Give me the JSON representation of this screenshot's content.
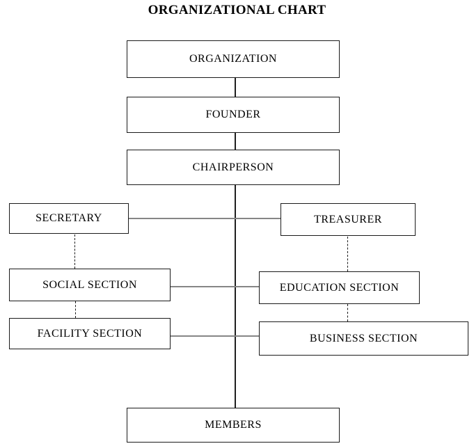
{
  "title": "ORGANIZATIONAL CHART",
  "diagram": {
    "type": "org-chart",
    "nodes": [
      {
        "id": "organization",
        "label": "ORGANIZATION"
      },
      {
        "id": "founder",
        "label": "FOUNDER"
      },
      {
        "id": "chairperson",
        "label": "CHAIRPERSON"
      },
      {
        "id": "secretary",
        "label": "SECRETARY"
      },
      {
        "id": "treasurer",
        "label": "TREASURER"
      },
      {
        "id": "social_section",
        "label": "SOCIAL SECTION"
      },
      {
        "id": "education_section",
        "label": "EDUCATION SECTION"
      },
      {
        "id": "facility_section",
        "label": "FACILITY SECTION"
      },
      {
        "id": "business_section",
        "label": "BUSINESS SECTION"
      },
      {
        "id": "members",
        "label": "MEMBERS"
      }
    ],
    "edges": [
      {
        "from": "organization",
        "to": "founder",
        "style": "solid"
      },
      {
        "from": "founder",
        "to": "chairperson",
        "style": "solid"
      },
      {
        "from": "chairperson",
        "to": "secretary",
        "style": "solid"
      },
      {
        "from": "chairperson",
        "to": "treasurer",
        "style": "solid"
      },
      {
        "from": "chairperson",
        "to": "social_section",
        "style": "solid"
      },
      {
        "from": "chairperson",
        "to": "education_section",
        "style": "solid"
      },
      {
        "from": "chairperson",
        "to": "facility_section",
        "style": "solid"
      },
      {
        "from": "chairperson",
        "to": "business_section",
        "style": "solid"
      },
      {
        "from": "chairperson",
        "to": "members",
        "style": "solid"
      },
      {
        "from": "secretary",
        "to": "social_section",
        "style": "dashed"
      },
      {
        "from": "social_section",
        "to": "facility_section",
        "style": "dashed"
      },
      {
        "from": "treasurer",
        "to": "education_section",
        "style": "dashed"
      },
      {
        "from": "education_section",
        "to": "business_section",
        "style": "dashed"
      }
    ]
  },
  "colors": {
    "background": "#ffffff",
    "box_border": "#1a1a1a",
    "text": "#000000",
    "trunk_line": "#1f1f1f",
    "horizontal_line": "#868686",
    "dashed_line": "#1a1a1a"
  }
}
